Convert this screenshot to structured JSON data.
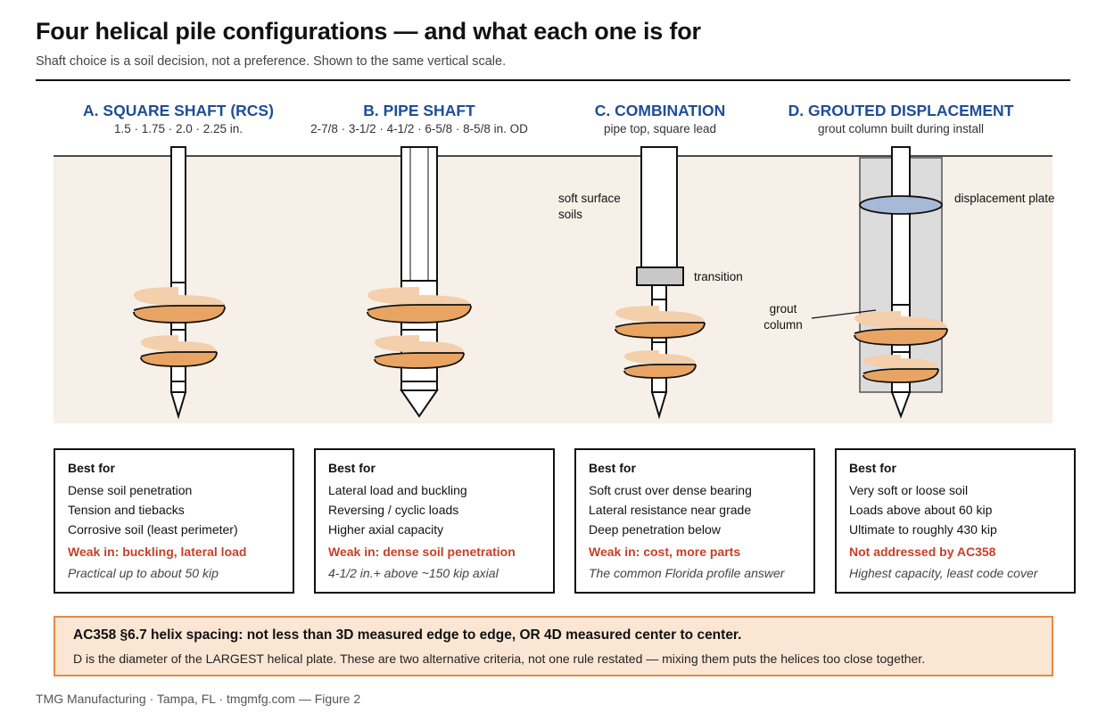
{
  "header": {
    "title": "Four helical pile configurations — and what each one is for",
    "subtitle": "Shaft choice is a soil decision, not a preference. Shown to the same vertical scale."
  },
  "columns": [
    {
      "title": "A. SQUARE SHAFT (RCS)",
      "subtitle": "1.5 · 1.75 · 2.0 · 2.25 in.",
      "best_for_label": "Best for",
      "items": [
        "Dense soil penetration",
        "Tension and tiebacks",
        "Corrosive soil (least perimeter)"
      ],
      "weak": "Weak in: buckling, lateral load",
      "note": "Practical up to about 50 kip"
    },
    {
      "title": "B. PIPE SHAFT",
      "subtitle": "2-7/8 · 3-1/2 · 4-1/2 · 6-5/8 · 8-5/8 in. OD",
      "best_for_label": "Best for",
      "items": [
        "Lateral load and buckling",
        "Reversing / cyclic loads",
        "Higher axial capacity"
      ],
      "weak": "Weak in: dense soil penetration",
      "note": "4-1/2 in.+ above ~150 kip axial"
    },
    {
      "title": "C. COMBINATION",
      "subtitle": "pipe top, square lead",
      "best_for_label": "Best for",
      "items": [
        "Soft crust over dense bearing",
        "Lateral resistance near grade",
        "Deep penetration below"
      ],
      "weak": "Weak in: cost, more parts",
      "note": "The common Florida profile answer"
    },
    {
      "title": "D. GROUTED DISPLACEMENT",
      "subtitle": "grout column built during install",
      "best_for_label": "Best for",
      "items": [
        "Very soft or loose soil",
        "Loads above about 60 kip",
        "Ultimate to roughly 430 kip"
      ],
      "weak": "Not addressed by AC358",
      "note": "Highest capacity, least code cover"
    }
  ],
  "labels": {
    "soft_surface_1": "soft surface",
    "soft_surface_2": "soils",
    "transition": "transition",
    "displacement_plate": "displacement plate",
    "grout_1": "grout",
    "grout_2": "column"
  },
  "callout": {
    "heading": "AC358 §6.7 helix spacing: not less than 3D measured edge to edge, OR 4D measured center to center.",
    "body": "D is the diameter of the LARGEST helical plate. These are two alternative criteria, not one rule restated — mixing them puts the helices too close together."
  },
  "footer": "TMG Manufacturing · Tampa, FL · tmgmfg.com — Figure 2",
  "colors": {
    "heading_blue": "#1f4e96",
    "weak_red": "#c4412a",
    "soil": "#f6f0e8",
    "helix_light": "#f3cfac",
    "helix_dark": "#e8a463",
    "grout": "#dcdcdc",
    "plate": "#a7b9d6",
    "callout_bg": "#fbe6d3",
    "callout_border": "#e58a46"
  }
}
